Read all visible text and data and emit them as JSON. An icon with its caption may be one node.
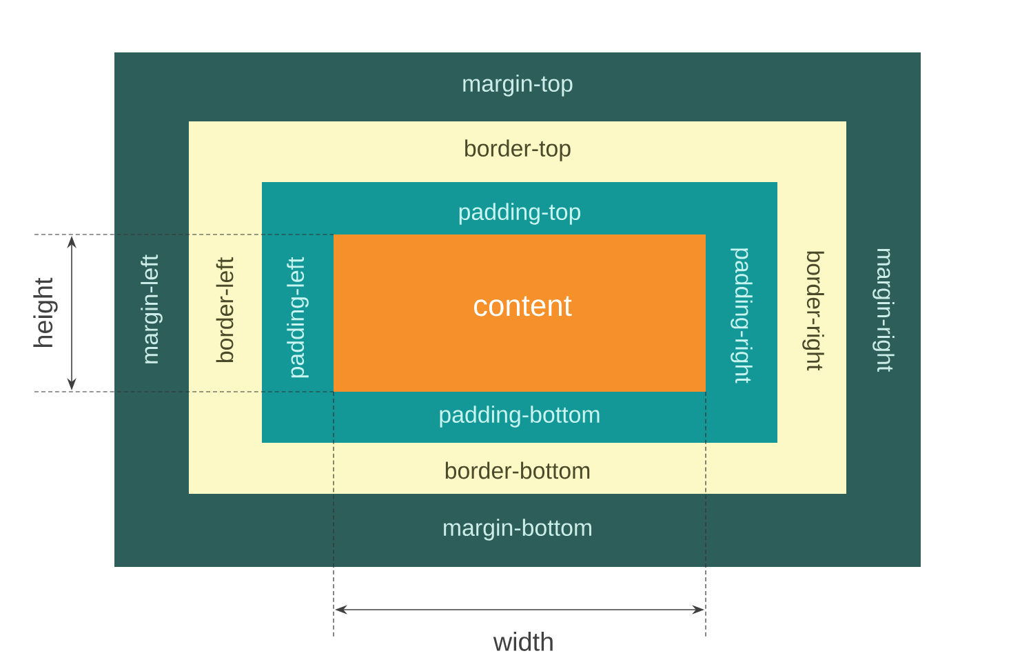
{
  "diagram": {
    "nodes": [
      {
        "text": [
          "margin-top",
          "margin-left",
          "margin-right",
          "margin-bottom"
        ]
      },
      {
        "text": [
          "border-top",
          "border-left",
          "border-right",
          "border-bottom"
        ],
        "in": 0
      },
      {
        "text": [
          "padding-top",
          "padding-left",
          "padding-right",
          "padding-bottom"
        ],
        "in": 1
      },
      {
        "text": [
          "content"
        ],
        "in": 2
      }
    ],
    "labels": [
      "height",
      "width"
    ]
  }
}
